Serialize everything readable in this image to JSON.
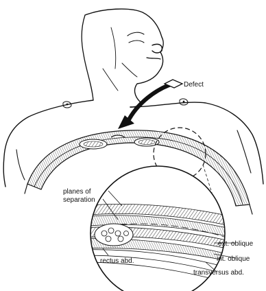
{
  "labels": {
    "defect": "Defect",
    "planes_line1": "planes of",
    "planes_line2": "separation",
    "ext_oblique": "ext. oblique",
    "int_oblique": "int. oblique",
    "rectus_abd": "rectus abd.",
    "transversus_abd": "transversus abd."
  }
}
